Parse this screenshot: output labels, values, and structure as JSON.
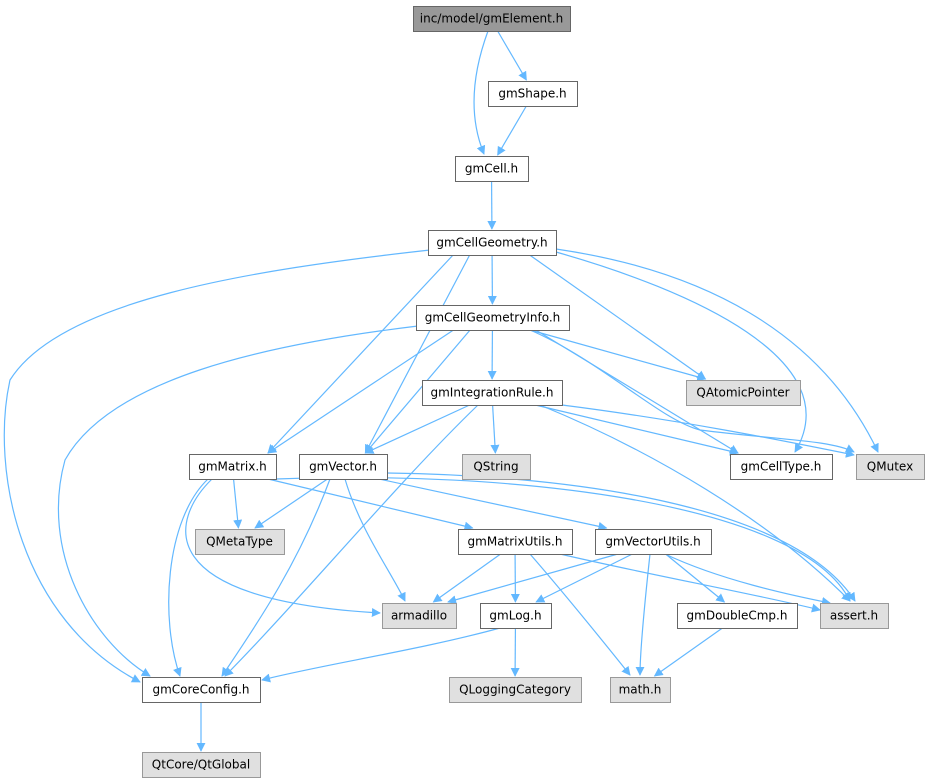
{
  "colors": {
    "edge": "#63b8ff",
    "root_fill": "#999999",
    "node_fill": "#ffffff",
    "node_border": "#666666",
    "ext_fill": "#e0e0e0",
    "ext_border": "#999999"
  },
  "nodes": [
    {
      "id": "gmElement",
      "label": "inc/model/gmElement.h",
      "kind": "root"
    },
    {
      "id": "gmShape",
      "label": "gmShape.h",
      "kind": "normal"
    },
    {
      "id": "gmCell",
      "label": "gmCell.h",
      "kind": "normal"
    },
    {
      "id": "gmCellGeometry",
      "label": "gmCellGeometry.h",
      "kind": "normal"
    },
    {
      "id": "gmCellGeometryInfo",
      "label": "gmCellGeometryInfo.h",
      "kind": "normal"
    },
    {
      "id": "QAtomicPointer",
      "label": "QAtomicPointer",
      "kind": "external"
    },
    {
      "id": "gmIntegrationRule",
      "label": "gmIntegrationRule.h",
      "kind": "normal"
    },
    {
      "id": "QString",
      "label": "QString",
      "kind": "external"
    },
    {
      "id": "gmCellType",
      "label": "gmCellType.h",
      "kind": "normal"
    },
    {
      "id": "QMutex",
      "label": "QMutex",
      "kind": "external"
    },
    {
      "id": "gmMatrix",
      "label": "gmMatrix.h",
      "kind": "normal"
    },
    {
      "id": "gmVector",
      "label": "gmVector.h",
      "kind": "normal"
    },
    {
      "id": "QMetaType",
      "label": "QMetaType",
      "kind": "external"
    },
    {
      "id": "gmMatrixUtils",
      "label": "gmMatrixUtils.h",
      "kind": "normal"
    },
    {
      "id": "gmVectorUtils",
      "label": "gmVectorUtils.h",
      "kind": "normal"
    },
    {
      "id": "armadillo",
      "label": "armadillo",
      "kind": "external"
    },
    {
      "id": "gmLog",
      "label": "gmLog.h",
      "kind": "normal"
    },
    {
      "id": "gmDoubleCmp",
      "label": "gmDoubleCmp.h",
      "kind": "normal"
    },
    {
      "id": "assert",
      "label": "assert.h",
      "kind": "external"
    },
    {
      "id": "gmCoreConfig",
      "label": "gmCoreConfig.h",
      "kind": "normal"
    },
    {
      "id": "QLoggingCategory",
      "label": "QLoggingCategory",
      "kind": "external"
    },
    {
      "id": "math",
      "label": "math.h",
      "kind": "external"
    },
    {
      "id": "QtGlobal",
      "label": "QtCore/QtGlobal",
      "kind": "external"
    }
  ],
  "edges": [
    [
      "gmElement",
      "gmShape"
    ],
    [
      "gmElement",
      "gmCell"
    ],
    [
      "gmShape",
      "gmCell"
    ],
    [
      "gmCell",
      "gmCellGeometry"
    ],
    [
      "gmCellGeometry",
      "gmCellGeometryInfo"
    ],
    [
      "gmCellGeometry",
      "QAtomicPointer"
    ],
    [
      "gmCellGeometry",
      "gmCellType"
    ],
    [
      "gmCellGeometry",
      "QMutex"
    ],
    [
      "gmCellGeometry",
      "gmMatrix"
    ],
    [
      "gmCellGeometry",
      "gmVector"
    ],
    [
      "gmCellGeometry",
      "gmCoreConfig"
    ],
    [
      "gmCellGeometryInfo",
      "QAtomicPointer"
    ],
    [
      "gmCellGeometryInfo",
      "gmIntegrationRule"
    ],
    [
      "gmCellGeometryInfo",
      "gmCellType"
    ],
    [
      "gmCellGeometryInfo",
      "QMutex"
    ],
    [
      "gmCellGeometryInfo",
      "gmMatrix"
    ],
    [
      "gmCellGeometryInfo",
      "gmVector"
    ],
    [
      "gmCellGeometryInfo",
      "gmCoreConfig"
    ],
    [
      "gmIntegrationRule",
      "QString"
    ],
    [
      "gmIntegrationRule",
      "gmCellType"
    ],
    [
      "gmIntegrationRule",
      "QMutex"
    ],
    [
      "gmIntegrationRule",
      "gmVector"
    ],
    [
      "gmIntegrationRule",
      "assert"
    ],
    [
      "gmIntegrationRule",
      "gmCoreConfig"
    ],
    [
      "gmMatrix",
      "QMetaType"
    ],
    [
      "gmMatrix",
      "gmMatrixUtils"
    ],
    [
      "gmMatrix",
      "armadillo"
    ],
    [
      "gmMatrix",
      "assert"
    ],
    [
      "gmMatrix",
      "gmCoreConfig"
    ],
    [
      "gmVector",
      "QMetaType"
    ],
    [
      "gmVector",
      "gmVectorUtils"
    ],
    [
      "gmVector",
      "armadillo"
    ],
    [
      "gmVector",
      "assert"
    ],
    [
      "gmVector",
      "gmCoreConfig"
    ],
    [
      "gmMatrixUtils",
      "armadillo"
    ],
    [
      "gmMatrixUtils",
      "gmLog"
    ],
    [
      "gmMatrixUtils",
      "math"
    ],
    [
      "gmMatrixUtils",
      "assert"
    ],
    [
      "gmVectorUtils",
      "armadillo"
    ],
    [
      "gmVectorUtils",
      "gmLog"
    ],
    [
      "gmVectorUtils",
      "gmDoubleCmp"
    ],
    [
      "gmVectorUtils",
      "math"
    ],
    [
      "gmVectorUtils",
      "assert"
    ],
    [
      "gmLog",
      "QLoggingCategory"
    ],
    [
      "gmLog",
      "gmCoreConfig"
    ],
    [
      "gmDoubleCmp",
      "math"
    ],
    [
      "gmCoreConfig",
      "QtGlobal"
    ]
  ]
}
